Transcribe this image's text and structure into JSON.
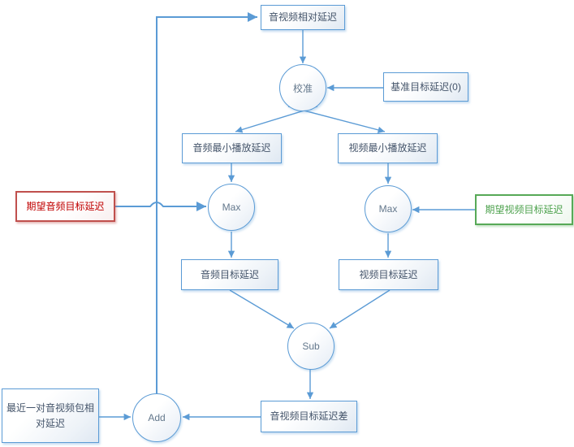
{
  "nodes": {
    "av_relative_delay": "音视频相对延迟",
    "calibrate": "校准",
    "baseline_target_delay": "基准目标延迟(0)",
    "audio_min_play_delay": "音频最小播放延迟",
    "video_min_play_delay": "视频最小播放延迟",
    "expected_audio_target_delay": "期望音频目标延迟",
    "expected_video_target_delay": "期望视频目标延迟",
    "max_audio": "Max",
    "max_video": "Max",
    "audio_target_delay": "音频目标延迟",
    "video_target_delay": "视频目标延迟",
    "sub": "Sub",
    "av_target_delay_diff": "音视频目标延迟差",
    "recent_av_pair_relative_delay": "最近一对音视频包相对延迟",
    "add": "Add"
  },
  "colors": {
    "connector_blue": "#5b9bd5",
    "box_text": "#44546a",
    "circle_text": "#64788c",
    "alert_red_border": "#c0504d",
    "alert_red_text": "#c00000",
    "accent_green": "#57a957"
  }
}
